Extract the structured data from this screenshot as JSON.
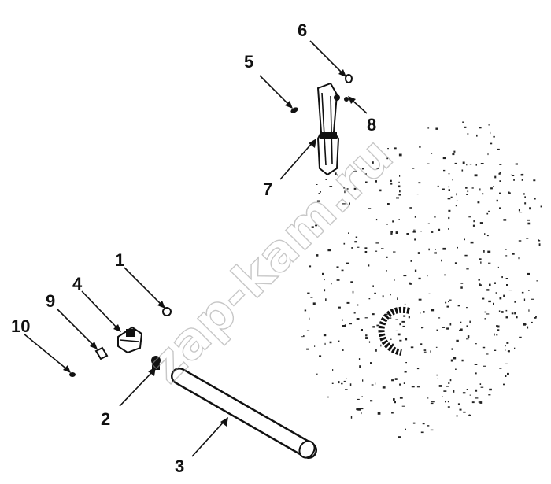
{
  "callouts": [
    {
      "id": "1",
      "label": "1"
    },
    {
      "id": "2",
      "label": "2"
    },
    {
      "id": "3",
      "label": "3"
    },
    {
      "id": "4",
      "label": "4"
    },
    {
      "id": "5",
      "label": "5"
    },
    {
      "id": "6",
      "label": "6"
    },
    {
      "id": "7",
      "label": "7"
    },
    {
      "id": "8",
      "label": "8"
    },
    {
      "id": "9",
      "label": "9"
    },
    {
      "id": "10",
      "label": "10"
    }
  ],
  "watermark": {
    "text": "zap-kam.ru"
  },
  "colors": {
    "ink": "#111111",
    "watermark": "#9a9a9a",
    "background": "#ffffff"
  }
}
